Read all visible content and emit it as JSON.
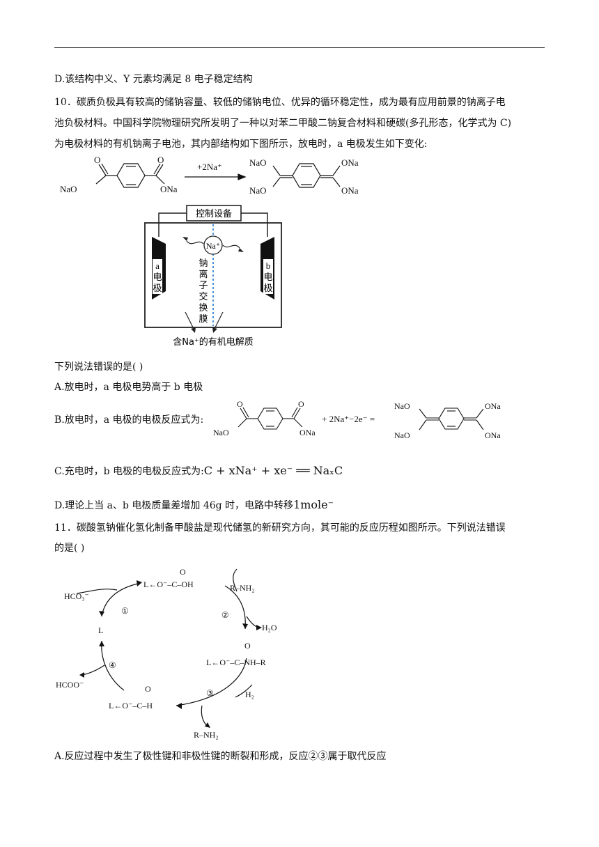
{
  "q9": {
    "option_d": "D.该结构中义、Y 元素均满足 8 电子稳定结构"
  },
  "q10": {
    "stem_1": "10．碳质负极具有较高的储钠容量、较低的储钠电位、优异的循环稳定性，成为最有应用前景的钠离子电",
    "stem_2": "池负极材料。中国科学院物理研究所发明了一种以对苯二甲酸二钠复合材料和硬碳(多孔形态，化学式为 C)",
    "stem_3": "为电极材料的有机钠离子电池，其内部结构如下图所示，放电时，a 电极发生如下变化:",
    "reaction_arrow_label": "+2Na⁺",
    "reactant_left_top": "O",
    "reactant_left_bottom": "NaO",
    "reactant_right_top": "O",
    "reactant_right_bottom": "ONa",
    "product_left_top": "NaO",
    "product_left_bottom": "NaO",
    "product_right_top": "ONa",
    "product_right_bottom": "ONa",
    "diagram": {
      "control_device": "控制设备",
      "ion": "Na⁺",
      "electrode_a": [
        "a",
        "电",
        "极"
      ],
      "electrode_b": [
        "b",
        "电",
        "极"
      ],
      "membrane": [
        "钠",
        "离",
        "子",
        "交",
        "换",
        "膜"
      ],
      "electrolyte": "含Na⁺的有机电解质"
    },
    "question": "下列说法错误的是(   )",
    "option_a": "A.放电时，a 电极电势高于 b 电极",
    "option_b_prefix": "B.放电时，a 电极的电极反应式为:",
    "option_b_mid": "+ 2Na⁺−2e⁻  =",
    "option_c_prefix": "C.充电时，b 电极的电极反应式为:",
    "option_c_formula": "C + xNa⁺ + xe⁻ ══ NaₓC",
    "option_d_prefix": "D.理论上当 a、b 电极质量差增加 46g 时，电路中转移",
    "option_d_value": "1mole⁻"
  },
  "q11": {
    "stem_1": "11．碳酸氢钠催化氢化制备甲酸盐是现代储氢的新研究方向，其可能的反应历程如图所示。下列说法错误",
    "stem_2": "的是(   )",
    "cycle": {
      "top_species": "L←O⁻–C–OH",
      "right_species": "L←O⁻–C–NH–R",
      "bottom_species": "L←O⁻–C–H",
      "left_species": "L",
      "in_hco3": "HCO₃⁻",
      "in_rnh2": "R–NH₂",
      "out_h2o": "H₂O",
      "in_h2": "H₂",
      "out_rnh2": "R–NH₂",
      "out_hcoo": "HCOO⁻",
      "step1": "①",
      "step2": "②",
      "step3": "③",
      "step4": "④",
      "carbonyl_o": "O"
    },
    "option_a": "A.反应过程中发生了极性键和非极性键的断裂和形成，反应②③属于取代反应"
  }
}
